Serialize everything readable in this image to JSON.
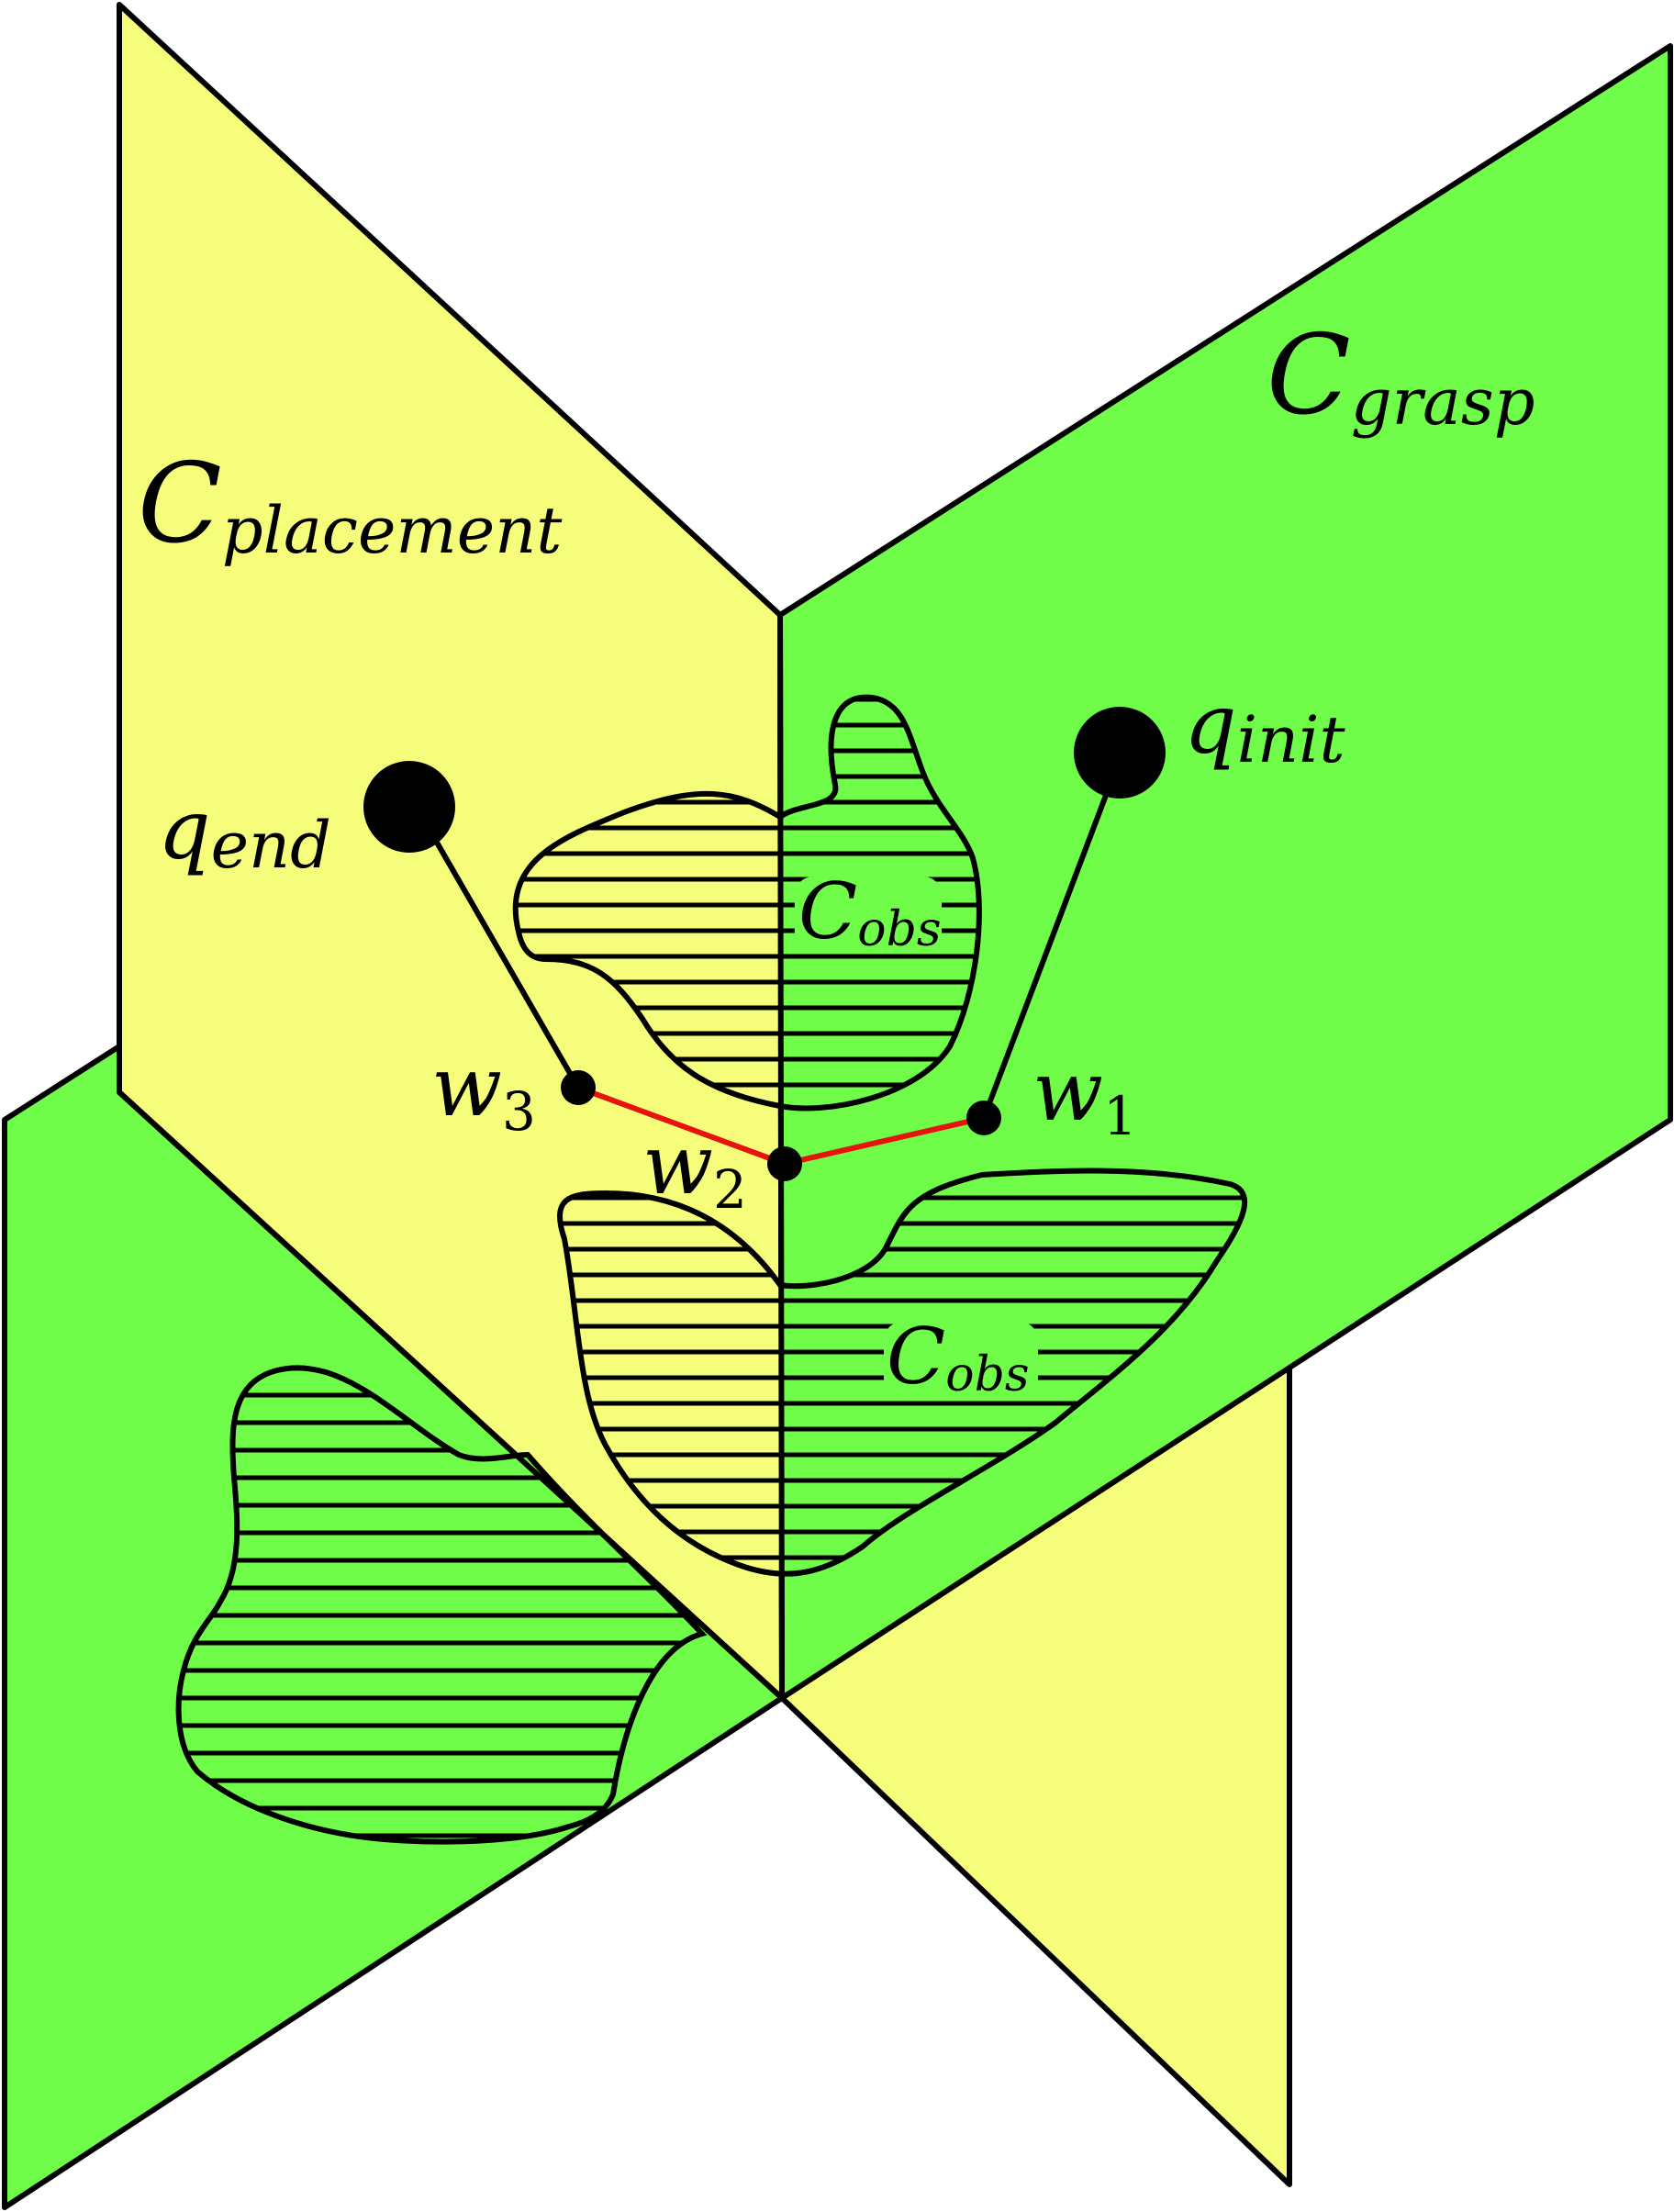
{
  "colors": {
    "placement_plane": "#f6fd7a",
    "grasp_plane": "#6ffd4a",
    "outline": "#000000",
    "transition_path": "#e8120e",
    "background": "#ffffff"
  },
  "labels": {
    "c_placement": {
      "main": "C",
      "sub": "placement"
    },
    "c_grasp": {
      "main": "C",
      "sub": "grasp"
    },
    "c_obs_upper": {
      "main": "C",
      "sub": "obs"
    },
    "c_obs_lower": {
      "main": "C",
      "sub": "obs"
    },
    "q_init": {
      "main": "q",
      "sub": "init"
    },
    "q_end": {
      "main": "q",
      "sub": "end"
    },
    "w1": {
      "main": "w",
      "sub": "1"
    },
    "w2": {
      "main": "w",
      "sub": "2"
    },
    "w3": {
      "main": "w",
      "sub": "3"
    }
  },
  "icons": {
    "q_init": "large-filled-dot-icon",
    "q_end": "large-filled-dot-icon",
    "waypoints": "small-filled-dot-icon",
    "obstacle_fill": "horizontal-hatch-pattern"
  }
}
